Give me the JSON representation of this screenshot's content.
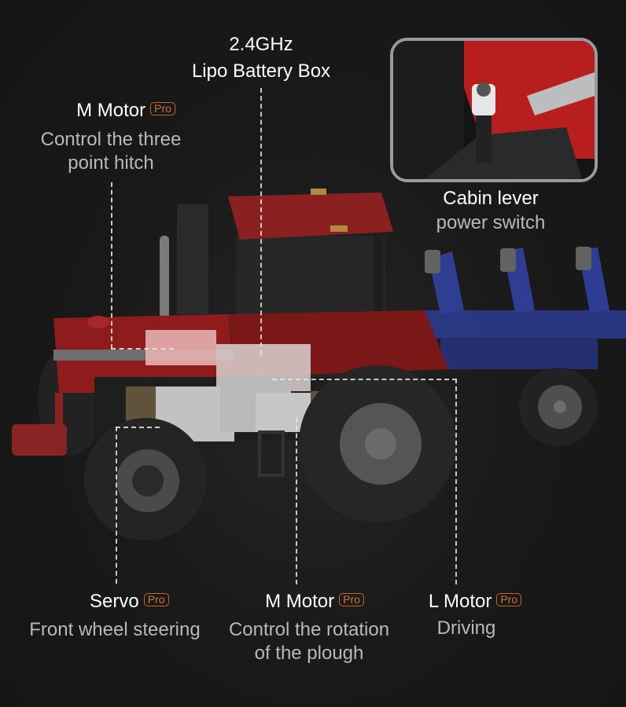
{
  "callouts": {
    "battery_box": {
      "title_line1": "2.4GHz",
      "title_line2": "Lipo Battery Box"
    },
    "m_motor_hitch": {
      "title": "M Motor",
      "badge": "Pro",
      "desc_line1": "Control the three",
      "desc_line2": "point hitch"
    },
    "cabin_lever": {
      "title": "Cabin lever",
      "desc": "power switch"
    },
    "servo": {
      "title": "Servo",
      "badge": "Pro",
      "desc": "Front wheel steering"
    },
    "m_motor_plough": {
      "title": "M Motor",
      "badge": "Pro",
      "desc_line1": "Control the rotation",
      "desc_line2": "of the plough"
    },
    "l_motor": {
      "title": "L Motor",
      "badge": "Pro",
      "desc": "Driving"
    }
  },
  "colors": {
    "background": "#181818",
    "badge_orange": "#c8651f",
    "tractor_red": "#8e1c1c",
    "plough_blue": "#2f3f95",
    "inset_border": "#9a9a9a"
  }
}
